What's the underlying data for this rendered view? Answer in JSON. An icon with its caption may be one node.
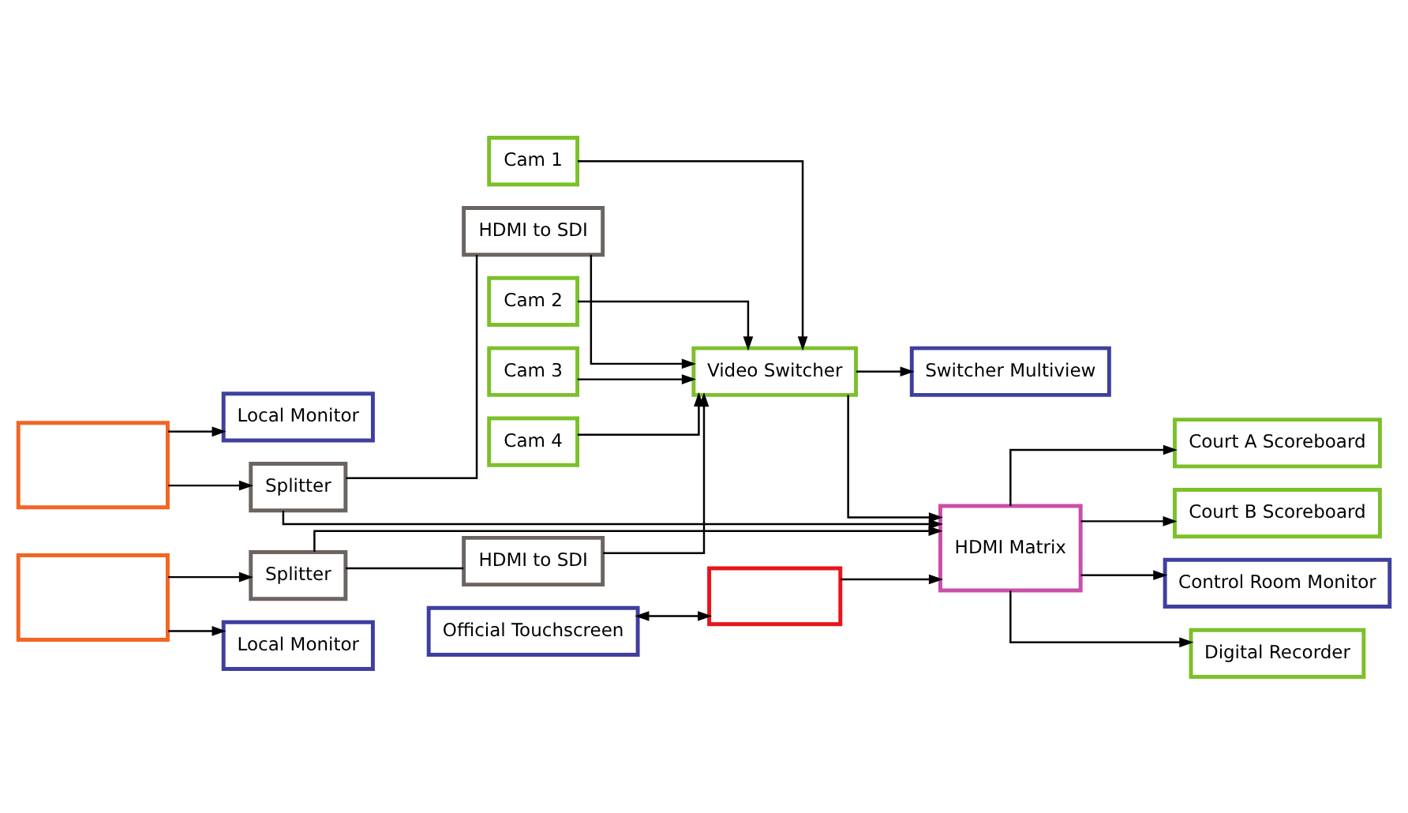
{
  "diagram": {
    "nodes": [
      {
        "text": [],
        "shape": "box"
      },
      {
        "text": [
          "Local Monitor"
        ]
      },
      {
        "text": [],
        "shape": "box"
      },
      {
        "text": [
          "Local Monitor"
        ]
      },
      {
        "text": [
          "Splitter"
        ]
      },
      {
        "text": [
          "Splitter"
        ]
      },
      {
        "text": [
          "HDMI to SDI"
        ]
      },
      {
        "text": [
          "HDMI to SDI"
        ]
      },
      {
        "text": [
          "Video Switcher"
        ]
      },
      {
        "text": [
          "Switcher Multiview"
        ]
      },
      {
        "text": [
          "Official Touchscreen"
        ]
      },
      {
        "text": [],
        "shape": "box"
      },
      {
        "text": [
          "HDMI Matrix"
        ]
      },
      {
        "text": [
          "Cam 1"
        ]
      },
      {
        "text": [
          "Cam 2"
        ]
      },
      {
        "text": [
          "Cam 3"
        ]
      },
      {
        "text": [
          "Cam 4"
        ]
      },
      {
        "text": [
          "Court A Scoreboard"
        ]
      },
      {
        "text": [
          "Court B Scoreboard"
        ]
      },
      {
        "text": [
          "Control Room Monitor"
        ]
      },
      {
        "text": [
          "Digital Recorder"
        ]
      }
    ],
    "edges": [
      {
        "from": 0,
        "to": 1,
        "arrow": "to"
      },
      {
        "from": 0,
        "to": 4,
        "arrow": "to"
      },
      {
        "from": 2,
        "to": 3,
        "arrow": "to"
      },
      {
        "from": 2,
        "to": 5,
        "arrow": "to"
      },
      {
        "from": 4,
        "to": 6,
        "arrow": "none"
      },
      {
        "from": 6,
        "to": 8,
        "arrow": "to"
      },
      {
        "from": 4,
        "to": 12,
        "arrow": "to"
      },
      {
        "from": 5,
        "to": 7,
        "arrow": "none"
      },
      {
        "from": 7,
        "to": 8,
        "arrow": "to"
      },
      {
        "from": 5,
        "to": 12,
        "arrow": "to"
      },
      {
        "from": 13,
        "to": 8,
        "arrow": "to"
      },
      {
        "from": 14,
        "to": 8,
        "arrow": "to"
      },
      {
        "from": 15,
        "to": 8,
        "arrow": "to"
      },
      {
        "from": 16,
        "to": 8,
        "arrow": "to"
      },
      {
        "from": 8,
        "to": 9,
        "arrow": "to"
      },
      {
        "from": 8,
        "to": 12,
        "arrow": "to"
      },
      {
        "from": 10,
        "to": 11,
        "arrow": "both"
      },
      {
        "from": 11,
        "to": 12,
        "arrow": "to"
      },
      {
        "from": 12,
        "to": 17,
        "arrow": "to"
      },
      {
        "from": 12,
        "to": 18,
        "arrow": "to"
      },
      {
        "from": 12,
        "to": 19,
        "arrow": "to"
      },
      {
        "from": 12,
        "to": 20,
        "arrow": "to"
      }
    ]
  }
}
